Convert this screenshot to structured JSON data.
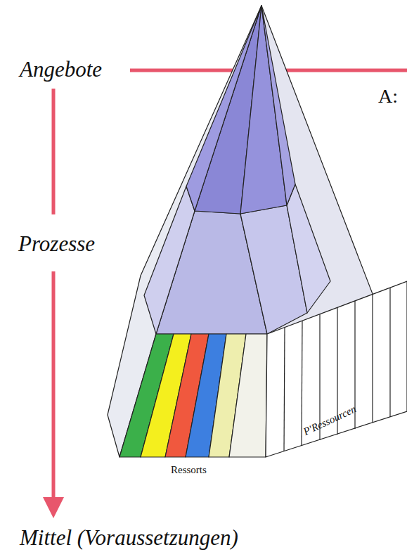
{
  "diagram": {
    "labels": [
      "Angebote",
      "A:",
      "Prozesse",
      "Ressorts",
      "P'Ressourcen",
      "Mittel (Voraussetzungen)"
    ]
  }
}
